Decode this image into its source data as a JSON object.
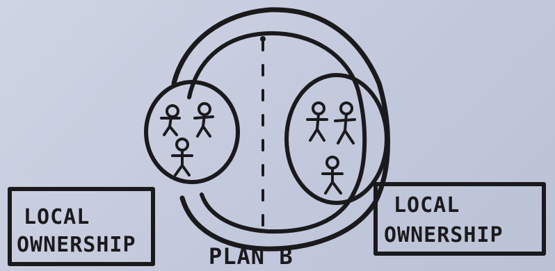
{
  "diagram": {
    "left_label": [
      "LOCAL",
      "OWNERSHIP"
    ],
    "right_label": [
      "LOCAL",
      "OWNERSHIP"
    ],
    "bottom_label": "PLAN B",
    "left_group_people": 3,
    "right_group_people": 3
  }
}
